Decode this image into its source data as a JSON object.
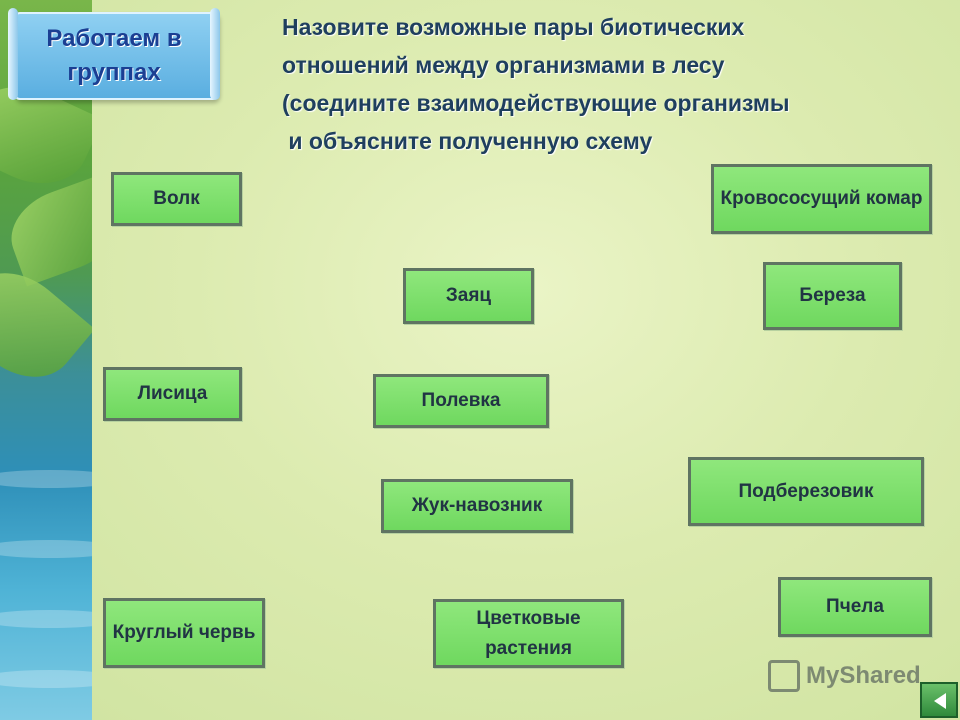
{
  "header": {
    "badge": "Работаем в группах",
    "title_lines": [
      "Назовите возможные пары биотических",
      "отношений между организмами в лесу",
      "(соедините взаимодействующие организмы",
      " и объясните полученную схему"
    ]
  },
  "organisms": {
    "wolf": "Волк",
    "mosquito": "Кровососущий комар",
    "hare": "Заяц",
    "birch": "Береза",
    "fox": "Лисица",
    "vole": "Полевка",
    "dung_beetle": "Жук-навозник",
    "birch_bolete": "Подберезовик",
    "bee": "Пчела",
    "roundworm": "Круглый червь",
    "flowering_plants": "Цветковые растения"
  },
  "watermark": "MyShared",
  "colors": {
    "card": "#7ddd6b",
    "card_border": "#5f7462",
    "title_text": "#1f3f5e",
    "badge_text": "#1b3f93"
  }
}
